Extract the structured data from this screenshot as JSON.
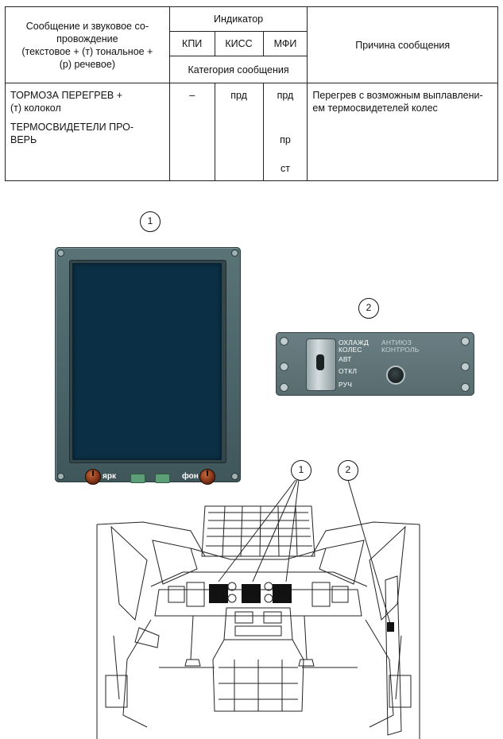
{
  "table": {
    "col1_header": "Сообщение и звуковое со-\nпровождение\n(текстовое + (т) тональное +\n(р) речевое)",
    "indicator_header": "Индикатор",
    "indicators": [
      "КПИ",
      "КИСС",
      "МФИ"
    ],
    "category_header": "Категория сообщения",
    "reason_header": "Причина сообщения",
    "row": {
      "message_1": "ТОРМОЗА ПЕРЕГРЕВ +\n(т) колокол",
      "message_2": "ТЕРМОСВИДЕТЕЛИ ПРО-\nВЕРЬ",
      "kpi": "–",
      "kiss": "прд",
      "mfi_1": "прд",
      "mfi_2": "пр",
      "mfi_3": "ст",
      "reason": "Перегрев с возможным выплавлени-\nем термосвидетелей колес"
    }
  },
  "callouts": {
    "top_display": "1",
    "top_panel": "2",
    "cockpit_display": "1",
    "cockpit_panel": "2"
  },
  "mfi": {
    "brightness_label": "ярк",
    "background_label": "фон"
  },
  "panel": {
    "cooling_line1": "ОХЛАЖД",
    "cooling_line2": "КОЛЕС",
    "auto": "АВТ",
    "off": "ОТКЛ",
    "manual": "РУЧ",
    "antiskid_line1": "АНТИЮЗ",
    "antiskid_line2": "КОНТРОЛЬ"
  }
}
